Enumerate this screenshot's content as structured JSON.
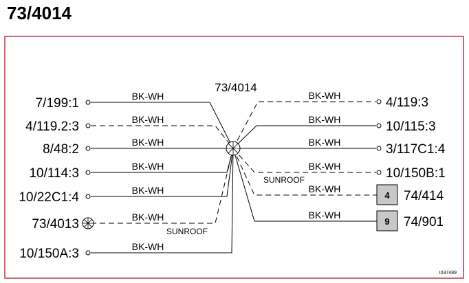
{
  "page_title": "73/4014",
  "center_label": "73/4014",
  "figure_id": "I037489",
  "colors": {
    "frame": "#c0324a",
    "wire": "#000000",
    "box_fill": "#c8c8c8"
  },
  "left_connections": [
    {
      "label": "7/199:1",
      "wire": "BK-WH",
      "style": "solid"
    },
    {
      "label": "4/119.2:3",
      "wire": "BK-WH",
      "style": "dashed"
    },
    {
      "label": "8/48:2",
      "wire": "BK-WH",
      "style": "solid"
    },
    {
      "label": "10/114:3",
      "wire": "BK-WH",
      "style": "solid"
    },
    {
      "label": "10/22C1:4",
      "wire": "BK-WH",
      "style": "solid"
    },
    {
      "label": "73/4013",
      "wire": "BK-WH",
      "style": "dashed",
      "note": "SUNROOF",
      "end": "splice"
    },
    {
      "label": "10/150A:3",
      "wire": "BK-WH",
      "style": "solid"
    }
  ],
  "right_connections": [
    {
      "label": "4/119:3",
      "wire": "BK-WH",
      "style": "dashed"
    },
    {
      "label": "10/115:3",
      "wire": "BK-WH",
      "style": "solid"
    },
    {
      "label": "3/117C1:4",
      "wire": "BK-WH",
      "style": "solid"
    },
    {
      "label": "10/150B:1",
      "wire": "BK-WH",
      "style": "dashed",
      "note": "SUNROOF"
    },
    {
      "label": "74/414",
      "wire": "BK-WH",
      "style": "dashed",
      "end": "box",
      "box": "4"
    },
    {
      "label": "74/901",
      "wire": "BK-WH",
      "style": "solid",
      "end": "box",
      "box": "9"
    }
  ]
}
